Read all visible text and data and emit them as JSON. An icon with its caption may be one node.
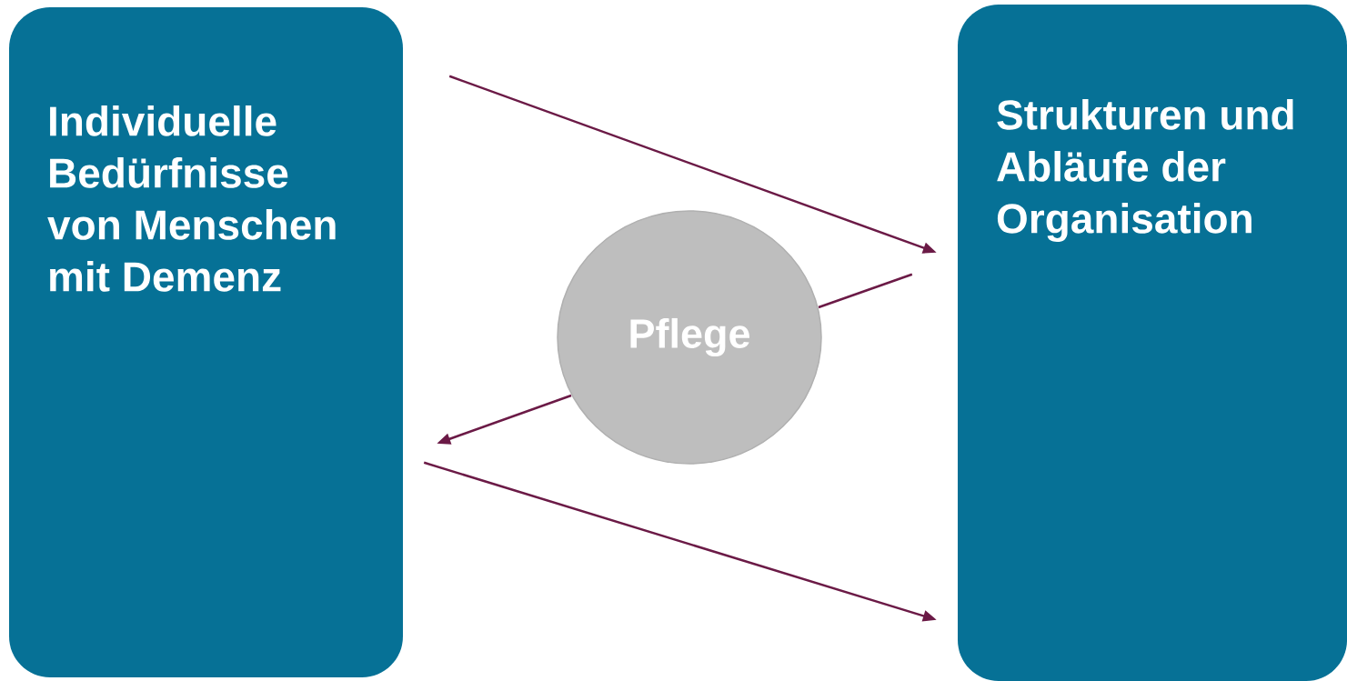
{
  "diagram": {
    "nodes": [
      {
        "text": [
          "Individuelle Bedürfnisse von Menschen mit Demenz"
        ]
      },
      {
        "text": [
          "Pflege"
        ]
      },
      {
        "text": [
          "Strukturen und Abläufe der Organisation"
        ]
      }
    ],
    "edges": [
      {
        "from": 0,
        "to": 2,
        "arrow": "to"
      },
      {
        "from": 2,
        "to": 1,
        "arrow": "none"
      },
      {
        "from": 1,
        "to": 0,
        "arrow": "to"
      },
      {
        "from": 0,
        "to": 2,
        "arrow": "to"
      }
    ]
  }
}
